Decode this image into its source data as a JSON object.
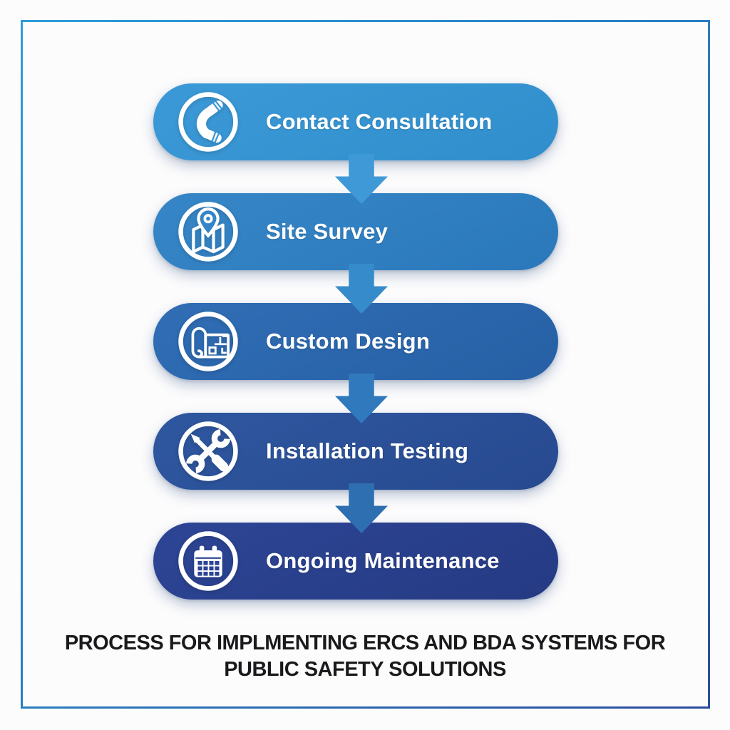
{
  "diagram": {
    "type": "vertical-process-flow",
    "background": "#fcfcfd",
    "frame_border_colors": [
      "#2e9ddc",
      "#2b4d9e"
    ],
    "steps": [
      {
        "label": "Contact Consultation",
        "icon": "phone-icon",
        "color": "#3b98d6",
        "color2": "#2f8ecb"
      },
      {
        "label": "Site Survey",
        "icon": "map-pin-icon",
        "color": "#3585c6",
        "color2": "#2a78ba"
      },
      {
        "label": "Custom Design",
        "icon": "blueprint-icon",
        "color": "#2f6cb3",
        "color2": "#265fa4"
      },
      {
        "label": "Installation Testing",
        "icon": "tools-icon",
        "color": "#2e569e",
        "color2": "#27498f"
      },
      {
        "label": "Ongoing Maintenance",
        "icon": "calendar-icon",
        "color": "#2c4493",
        "color2": "#253a83"
      }
    ],
    "arrows": [
      {
        "color": "#3e99d6"
      },
      {
        "color": "#368ccb"
      },
      {
        "color": "#3079bd"
      },
      {
        "color": "#2e6fb2"
      }
    ],
    "caption": {
      "line1": "PROCESS FOR IMPLMENTING ERCS AND BDA SYSTEMS FOR",
      "line2": "PUBLIC SAFETY SOLUTIONS"
    }
  }
}
